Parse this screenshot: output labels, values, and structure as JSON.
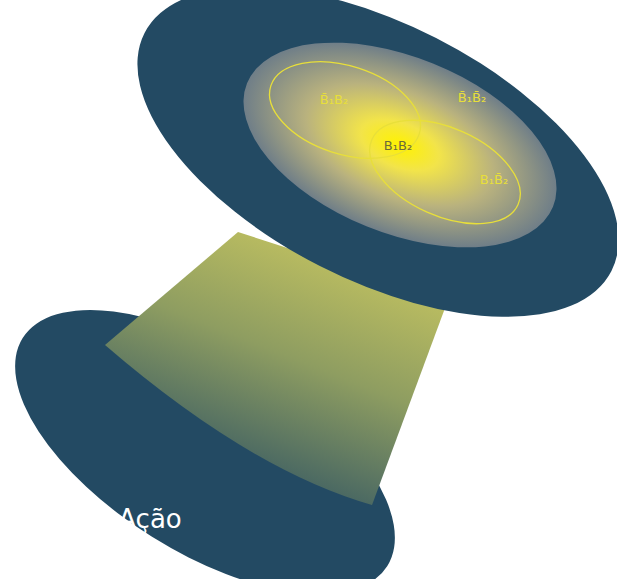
{
  "diagram": {
    "nodes": [
      {
        "text": [
          "Ação"
        ]
      }
    ],
    "labels": [
      "B̄₁B₂",
      "B̄₁B̄₂",
      "B₁B₂",
      "B₁B̄₂"
    ]
  }
}
